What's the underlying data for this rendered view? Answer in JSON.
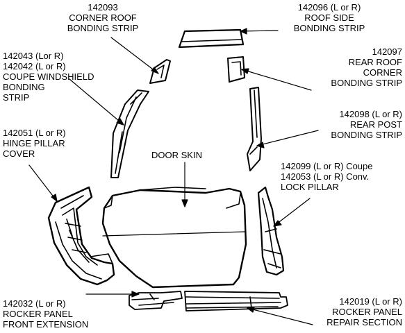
{
  "labels": {
    "corner_roof": [
      "142093",
      "CORNER ROOF",
      "BONDING STRIP"
    ],
    "roof_side": [
      "142096  (L or R)",
      "ROOF SIDE",
      "BONDING STRIP"
    ],
    "windshield": [
      "142043 (Lor R)",
      "142042 (L or R)",
      "COUPE WINDSHIELD",
      "BONDING",
      "STRIP"
    ],
    "rear_roof_corner": [
      "142097",
      "REAR ROOF",
      "CORNER",
      "BONDING STRIP"
    ],
    "rear_post": [
      "142098  (L or R)",
      "REAR POST",
      "BONDING STRIP"
    ],
    "hinge_pillar": [
      "142051  (L or R)",
      "HINGE PILLAR",
      "COVER"
    ],
    "door_skin": [
      "DOOR SKIN"
    ],
    "lock_pillar": [
      "142099  (L or R) Coupe",
      "142053  (L or R) Conv.",
      "LOCK PILLAR"
    ],
    "rocker_front": [
      "142032  (L or R)",
      "ROCKER PANEL",
      "FRONT EXTENSION"
    ],
    "rocker_repair": [
      "142019 (L or R)",
      "ROCKER PANEL",
      "REPAIR SECTION"
    ]
  },
  "colors": {
    "ink": "#000000",
    "paper": "#ffffff"
  }
}
